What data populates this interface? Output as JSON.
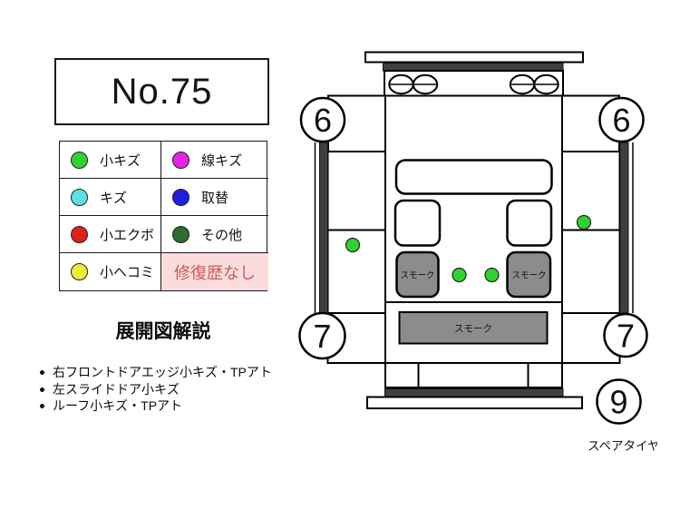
{
  "header": {
    "number_label": "No.75"
  },
  "legend": {
    "items": [
      {
        "label": "小キズ",
        "color": "#2fd32f"
      },
      {
        "label": "線キズ",
        "color": "#e622e6"
      },
      {
        "label": "キズ",
        "color": "#5fe0e0"
      },
      {
        "label": "取替",
        "color": "#1f1fe0"
      },
      {
        "label": "小エクボ",
        "color": "#e01f1f"
      },
      {
        "label": "その他",
        "color": "#2e6b2e"
      },
      {
        "label": "小ヘコミ",
        "color": "#f2ea35"
      }
    ],
    "repair_history": {
      "label": "修復歴なし",
      "text_color": "#cc5c5c",
      "bg_color": "#fadcdc"
    }
  },
  "notes": {
    "heading": "展開図解説",
    "items": [
      "右フロントドアエッジ小キズ・TPアト",
      "左スライドドア小キズ",
      "ルーフ小キズ・TPアト"
    ]
  },
  "diagram": {
    "markers": [
      {
        "position": "front-left",
        "label": "6"
      },
      {
        "position": "front-right",
        "label": "6"
      },
      {
        "position": "rear-left",
        "label": "7"
      },
      {
        "position": "rear-right",
        "label": "7"
      },
      {
        "position": "spare-tire",
        "label": "9"
      }
    ],
    "smoke": {
      "left_quarter": "スモーク",
      "right_quarter": "スモーク",
      "rear_window": "スモーク"
    },
    "spare_tire_label": "スペアタイヤ",
    "defect_dots": [
      {
        "location": "right-front-door",
        "type": "小キズ"
      },
      {
        "location": "left-slide-door",
        "type": "小キズ"
      },
      {
        "location": "roof-left",
        "type": "小キズ"
      },
      {
        "location": "roof-right",
        "type": "小キズ"
      }
    ],
    "colors": {
      "green": "#2fd32f",
      "smoke": "#8c8c8c",
      "dark": "#3f3f3f"
    }
  }
}
